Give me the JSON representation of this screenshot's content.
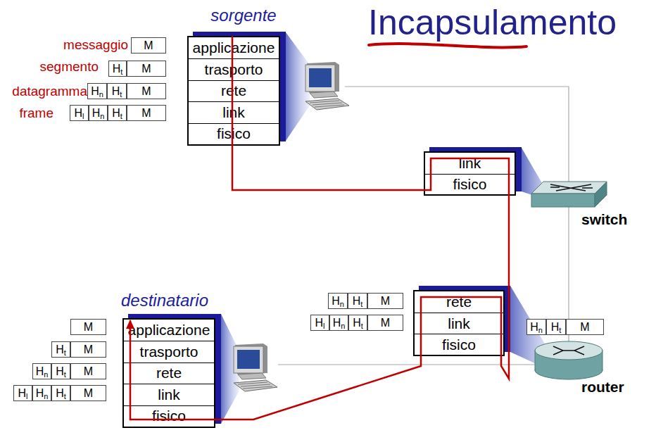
{
  "diagram": {
    "title": "Incapsulamento",
    "nodes": [
      {
        "text": [
          "sorgente"
        ]
      },
      {
        "text": [
          "applicazione"
        ],
        "in": 0
      },
      {
        "text": [
          "trasporto"
        ],
        "in": 0
      },
      {
        "text": [
          "rete"
        ],
        "in": 0
      },
      {
        "text": [
          "link"
        ],
        "in": 0
      },
      {
        "text": [
          "fisico"
        ],
        "in": 0
      },
      {
        "text": []
      },
      {
        "text": [
          "link"
        ],
        "in": 6
      },
      {
        "text": [
          "fisico"
        ],
        "in": 6
      },
      {
        "text": []
      },
      {
        "text": [
          "rete"
        ],
        "in": 9
      },
      {
        "text": [
          "link"
        ],
        "in": 9
      },
      {
        "text": [
          "fisico"
        ],
        "in": 9
      },
      {
        "text": [
          "destinatario"
        ]
      },
      {
        "text": [
          "applicazione"
        ],
        "in": 13
      },
      {
        "text": [
          "trasporto"
        ],
        "in": 13
      },
      {
        "text": [
          "rete"
        ],
        "in": 13
      },
      {
        "text": [
          "link"
        ],
        "in": 13
      },
      {
        "text": [
          "fisico"
        ],
        "in": 13
      }
    ],
    "edges": [
      {
        "from": 0,
        "to": 6,
        "arrow": "none"
      },
      {
        "from": 6,
        "to": 9,
        "arrow": "none"
      },
      {
        "from": 9,
        "to": 13,
        "arrow": "to"
      }
    ],
    "labels": [
      "messaggio",
      "M",
      "segmento",
      "Ht",
      "M",
      "datagramma",
      "Hn",
      "Ht",
      "M",
      "frame",
      "Hl",
      "Hn",
      "Ht",
      "M",
      "switch",
      "Hn",
      "Ht",
      "M",
      "Hl",
      "Hn",
      "Ht",
      "M",
      "Hn",
      "Ht",
      "M",
      "router",
      "M",
      "Ht",
      "M",
      "Hn",
      "Ht",
      "M",
      "Hl",
      "Hn",
      "Ht",
      "M"
    ]
  }
}
